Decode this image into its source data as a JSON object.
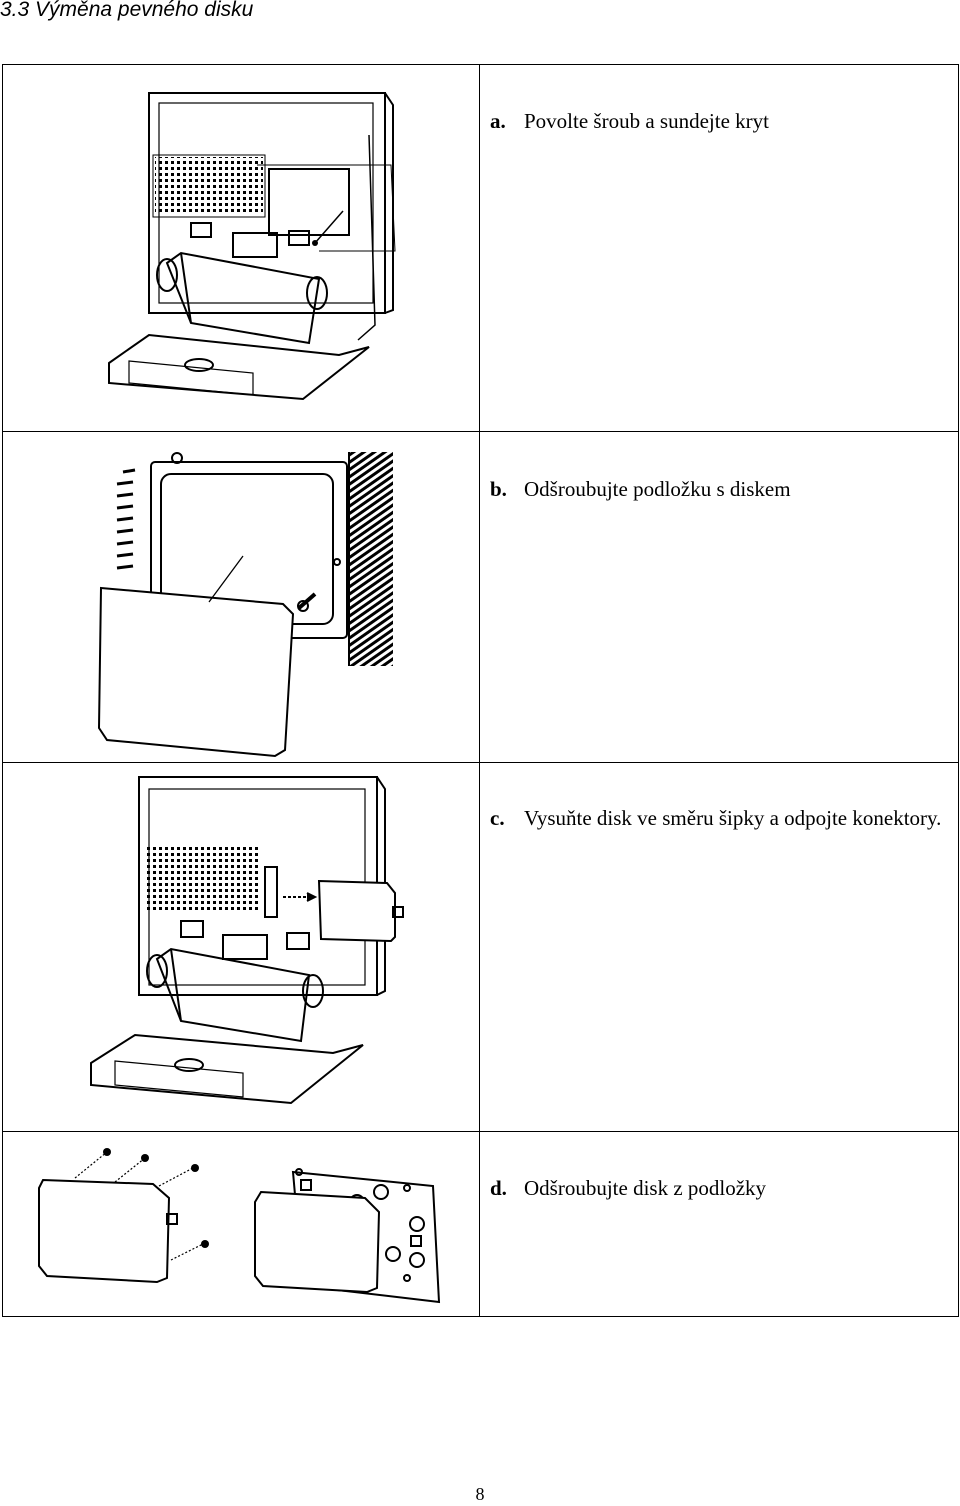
{
  "section": {
    "title": "3.3 Výměna pevného disku"
  },
  "steps": [
    {
      "letter": "a.",
      "text": "Povolte šroub a sundejte kryt"
    },
    {
      "letter": "b.",
      "text": "Odšroubujte podložku s diskem"
    },
    {
      "letter": "c.",
      "text": "Vysuňte disk ve směru šipky a odpojte konektory."
    },
    {
      "letter": "d.",
      "text": "Odšroubujte disk z podložky"
    }
  ],
  "footer": {
    "page_number": "8"
  }
}
